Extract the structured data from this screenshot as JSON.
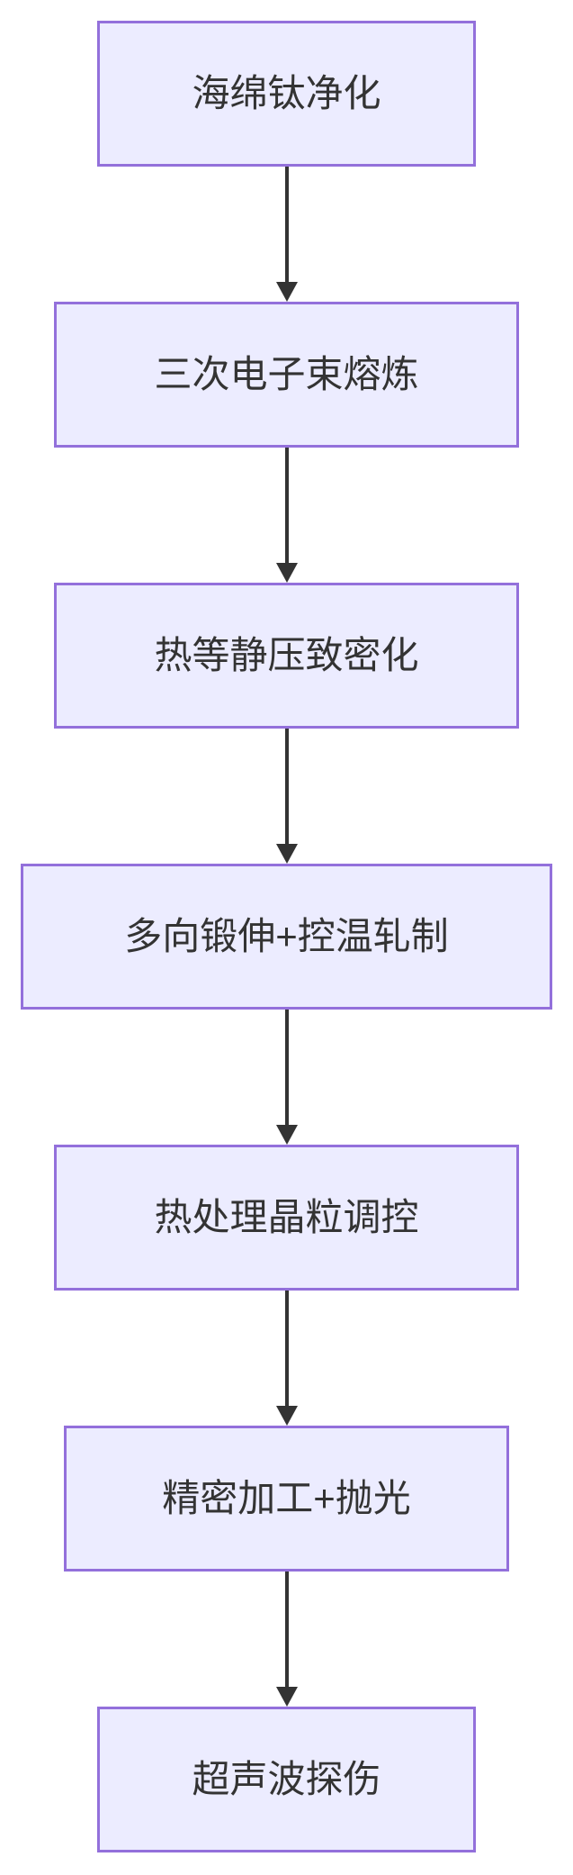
{
  "diagram": {
    "type": "flowchart",
    "direction": "top-down",
    "title": "",
    "nodes": [
      {
        "id": "step-1",
        "label": "海绵钛净化"
      },
      {
        "id": "step-2",
        "label": "三次电子束熔炼"
      },
      {
        "id": "step-3",
        "label": "热等静压致密化"
      },
      {
        "id": "step-4",
        "label": "多向锻伸+控温轧制"
      },
      {
        "id": "step-5",
        "label": "热处理晶粒调控"
      },
      {
        "id": "step-6",
        "label": "精密加工+抛光"
      },
      {
        "id": "step-7",
        "label": "超声波探伤"
      }
    ],
    "edges": [
      {
        "from": "step-1",
        "to": "step-2",
        "style": "solid-arrow"
      },
      {
        "from": "step-2",
        "to": "step-3",
        "style": "solid-arrow"
      },
      {
        "from": "step-3",
        "to": "step-4",
        "style": "solid-arrow"
      },
      {
        "from": "step-4",
        "to": "step-5",
        "style": "solid-arrow"
      },
      {
        "from": "step-5",
        "to": "step-6",
        "style": "solid-arrow"
      },
      {
        "from": "step-6",
        "to": "step-7",
        "style": "solid-arrow"
      }
    ],
    "colors": {
      "node_fill": "#ECECFF",
      "node_border": "#9370DB",
      "arrow": "#333333",
      "text": "#333333",
      "background": "#FFFFFF"
    }
  }
}
